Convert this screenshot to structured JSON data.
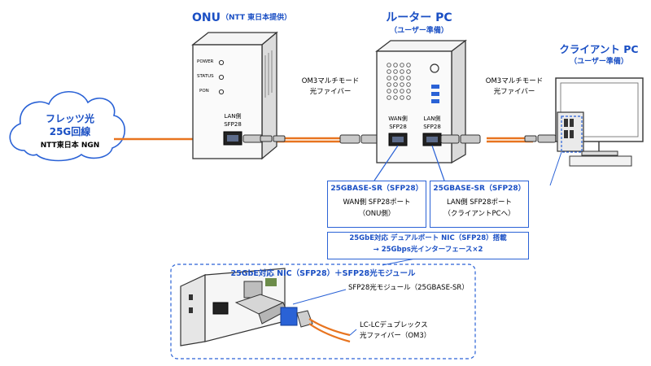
{
  "colors": {
    "accent": "#1a4fc4",
    "fiber": "#e8741f",
    "cloud_stroke": "#2a62d6",
    "dashed": "#2a62d6"
  },
  "cloud": {
    "line1": "フレッツ光",
    "line2": "25G回線",
    "line3": "NTT東日本 NGN"
  },
  "onu": {
    "title": "ONU",
    "subtitle": "（NTT 東日本提供）",
    "leds": [
      "POWER",
      "STATUS",
      "PON"
    ],
    "port_label_1": "LAN側",
    "port_label_2": "SFP28"
  },
  "fiber_label_left": {
    "line1": "OM3マルチモード",
    "line2": "光ファイバー"
  },
  "router": {
    "title": "ルーター PC",
    "subtitle": "（ユーザー準備）",
    "wan_label_1": "WAN側",
    "wan_label_2": "SFP28",
    "lan_label_1": "LAN側",
    "lan_label_2": "SFP28"
  },
  "fiber_label_right": {
    "line1": "OM3マルチモード",
    "line2": "光ファイバー"
  },
  "client": {
    "title": "クライアント PC",
    "subtitle": "（ユーザー準備）"
  },
  "wan_box": {
    "title": "25GBASE-SR（SFP28）",
    "line1": "WAN側 SFP28ポート",
    "line2": "（ONU側）"
  },
  "lan_box": {
    "title": "25GBASE-SR（SFP28）",
    "line1": "LAN側 SFP28ポート",
    "line2": "（クライアントPCへ）"
  },
  "nic_box": {
    "line1": "25GbE対応 デュアルポート NIC（SFP28）搭載",
    "line2": "→ 25Gbps光インターフェース×2"
  },
  "detail": {
    "title": "25GbE対応 NIC（SFP28）＋SFP28光モジュール",
    "module_label": "SFP28光モジュール（25GBASE-SR）",
    "fiber_label_1": "LC-LCデュプレックス",
    "fiber_label_2": "光ファイバー（OM3）"
  }
}
